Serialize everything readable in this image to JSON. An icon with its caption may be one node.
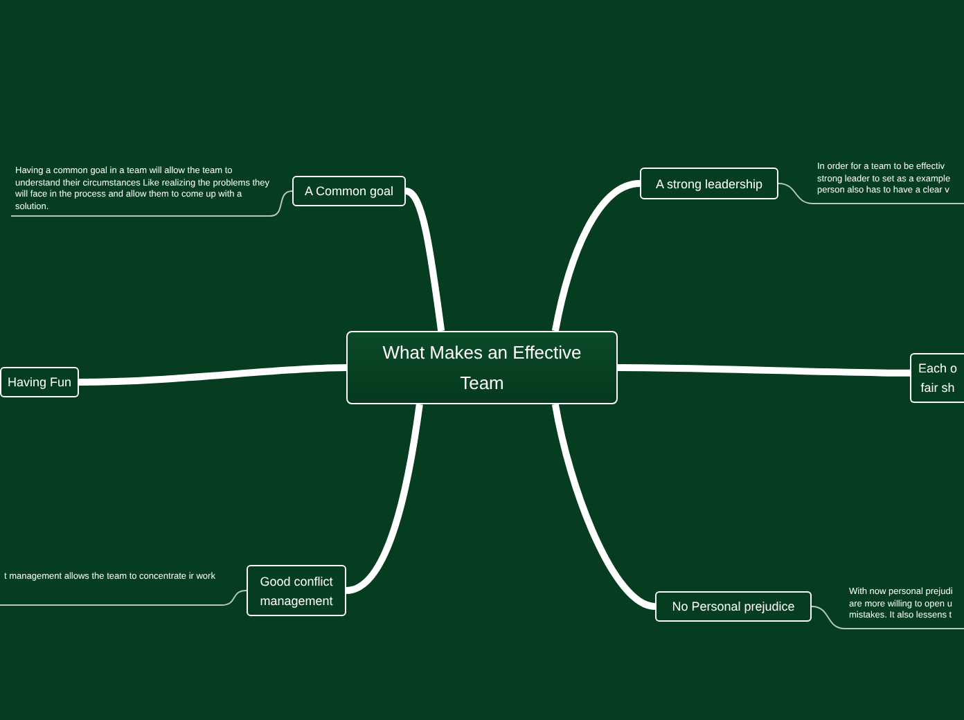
{
  "diagram": {
    "nodes": [
      {
        "text": [
          "What Makes an Effective Team"
        ]
      },
      {
        "text": [
          "A Common goal"
        ]
      },
      {
        "text": [
          "Having a common goal in a team will allow the team to understand their circumstances Like realizing the problems they will face in the process and allow them to come up with a solution."
        ]
      },
      {
        "text": [
          "A strong leadership"
        ]
      },
      {
        "text": [
          "In order for a team to be effectiv strong leader to set as a example person also has to have a clear v"
        ]
      },
      {
        "text": [
          "Having Fun"
        ]
      },
      {
        "text": [
          "Each o fair sh"
        ]
      },
      {
        "text": [
          "Good conflict management"
        ]
      },
      {
        "text": [
          "t management allows the team to concentrate ir work"
        ]
      },
      {
        "text": [
          "No Personal prejudice"
        ]
      },
      {
        "text": [
          "With now personal prejudi are more willing to open u mistakes. It also lessens t"
        ]
      }
    ],
    "edges": [
      {
        "from": 0,
        "to": 1,
        "arrow": "none"
      },
      {
        "from": 0,
        "to": 3,
        "arrow": "none"
      },
      {
        "from": 0,
        "to": 5,
        "arrow": "none"
      },
      {
        "from": 0,
        "to": 6,
        "arrow": "none"
      },
      {
        "from": 0,
        "to": 7,
        "arrow": "none"
      },
      {
        "from": 0,
        "to": 9,
        "arrow": "none"
      },
      {
        "from": 1,
        "to": 2,
        "arrow": "none",
        "color": "#b8c9bb"
      },
      {
        "from": 3,
        "to": 4,
        "arrow": "none",
        "color": "#b8c9bb"
      },
      {
        "from": 7,
        "to": 8,
        "arrow": "none",
        "color": "#b8c9bb"
      },
      {
        "from": 9,
        "to": 10,
        "arrow": "none",
        "color": "#b8c9bb"
      }
    ]
  }
}
